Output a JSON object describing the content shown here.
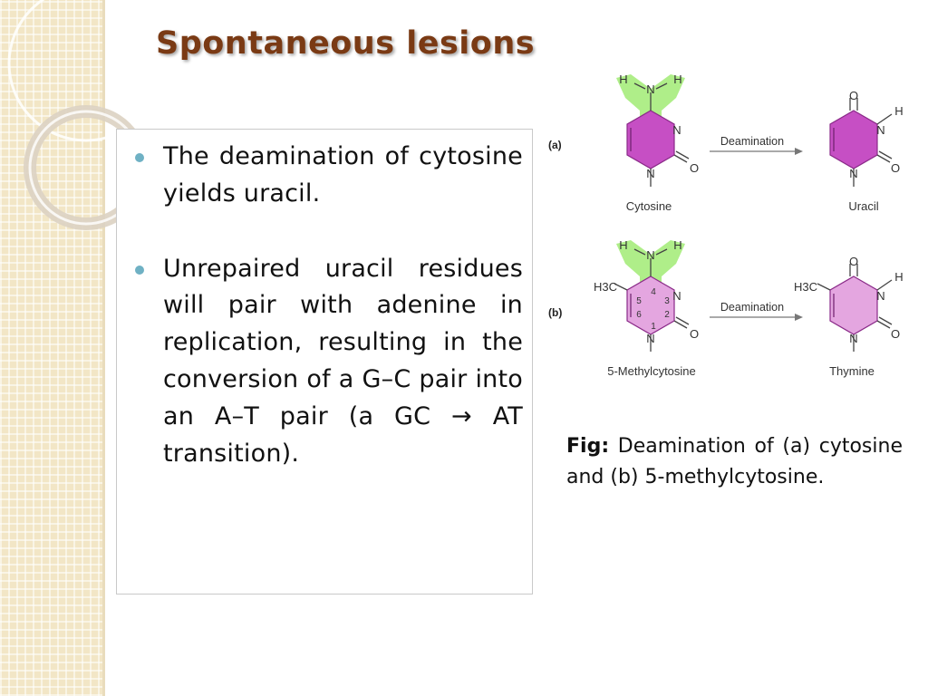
{
  "slide": {
    "title": "Spontaneous lesions",
    "bullets": [
      {
        "text": "The deamination of cytosine yields uracil."
      },
      {
        "text": "Unrepaired uracil residues will pair with adenine in replication, resulting in the conversion of a G–C pair into an A–T pair (a GC → AT transition)."
      }
    ],
    "caption": {
      "label": "Fig:",
      "text": " Deamination of (a) cytosine and (b) 5-methylcytosine."
    }
  },
  "figure": {
    "panel_a": {
      "label": "(a)",
      "reactant": "Cytosine",
      "product": "Uracil",
      "arrow_label": "Deamination",
      "atoms": {
        "h1": "H",
        "h2": "H",
        "n_amino": "N",
        "n_ring3": "N",
        "n_ring1": "N",
        "o2": "O",
        "o4": "O",
        "h3": "H",
        "n_u3": "N",
        "n_u1": "N",
        "o_u2": "O"
      }
    },
    "panel_b": {
      "label": "(b)",
      "reactant": "5-Methylcytosine",
      "product": "Thymine",
      "arrow_label": "Deamination",
      "methyl": "H3C",
      "ring_numbers": [
        "4",
        "5",
        "3",
        "6",
        "2",
        "1"
      ],
      "atoms": {
        "h1": "H",
        "h2": "H",
        "n_amino": "N",
        "n_ring3": "N",
        "n_ring1": "N",
        "o2": "O",
        "o4": "O",
        "h3": "H",
        "n_t3": "N",
        "n_t1": "N",
        "o_t2": "O"
      }
    },
    "colors": {
      "cytosine_ring": "#c64fc4",
      "methyl_ring": "#e4a6e0",
      "amino_highlight": "#a6ec7c"
    }
  }
}
